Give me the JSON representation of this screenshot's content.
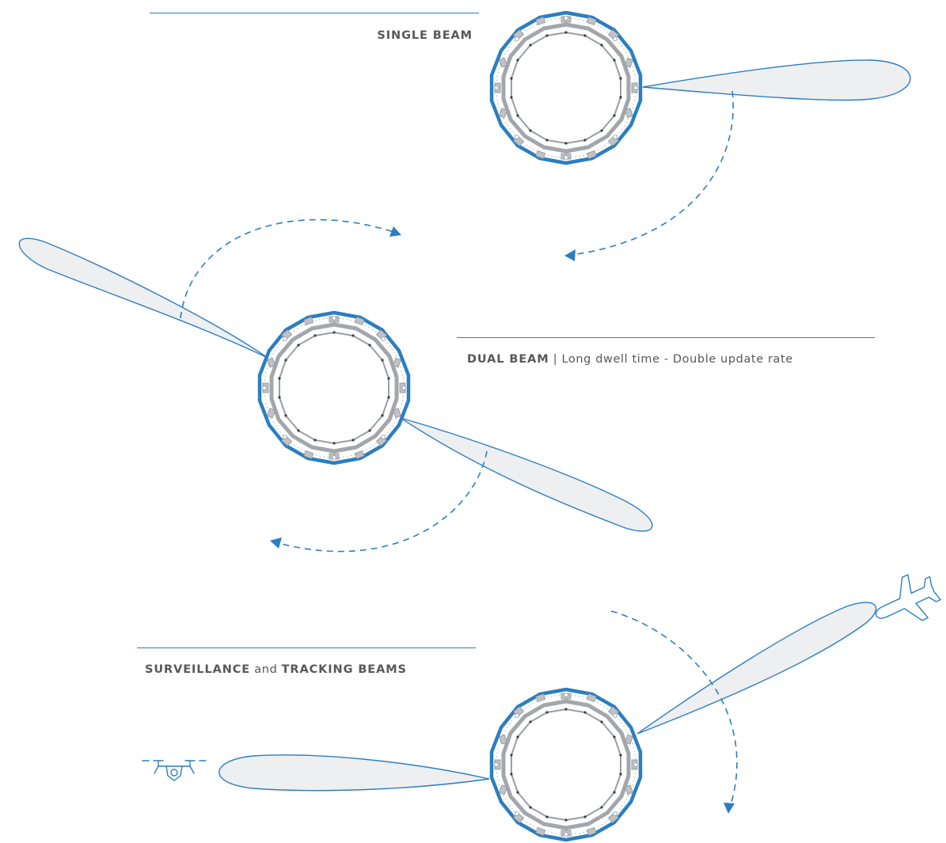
{
  "captions": {
    "single": {
      "strong": "SINGLE BEAM"
    },
    "dual": {
      "strong": "DUAL BEAM",
      "separator": " | ",
      "rest": "Long dwell time - Double update rate"
    },
    "surv": {
      "strong1": "SURVEILLANCE",
      "mid": " and ",
      "strong2": "TRACKING BEAMS"
    }
  },
  "icons": {
    "target_aircraft": "airplane-icon",
    "target_drone": "drone-icon"
  },
  "colors": {
    "accent": "#2b7ec1",
    "beam_fill": "#eeeff1",
    "antenna_frame": "#9a9da2",
    "text": "#58585a"
  }
}
